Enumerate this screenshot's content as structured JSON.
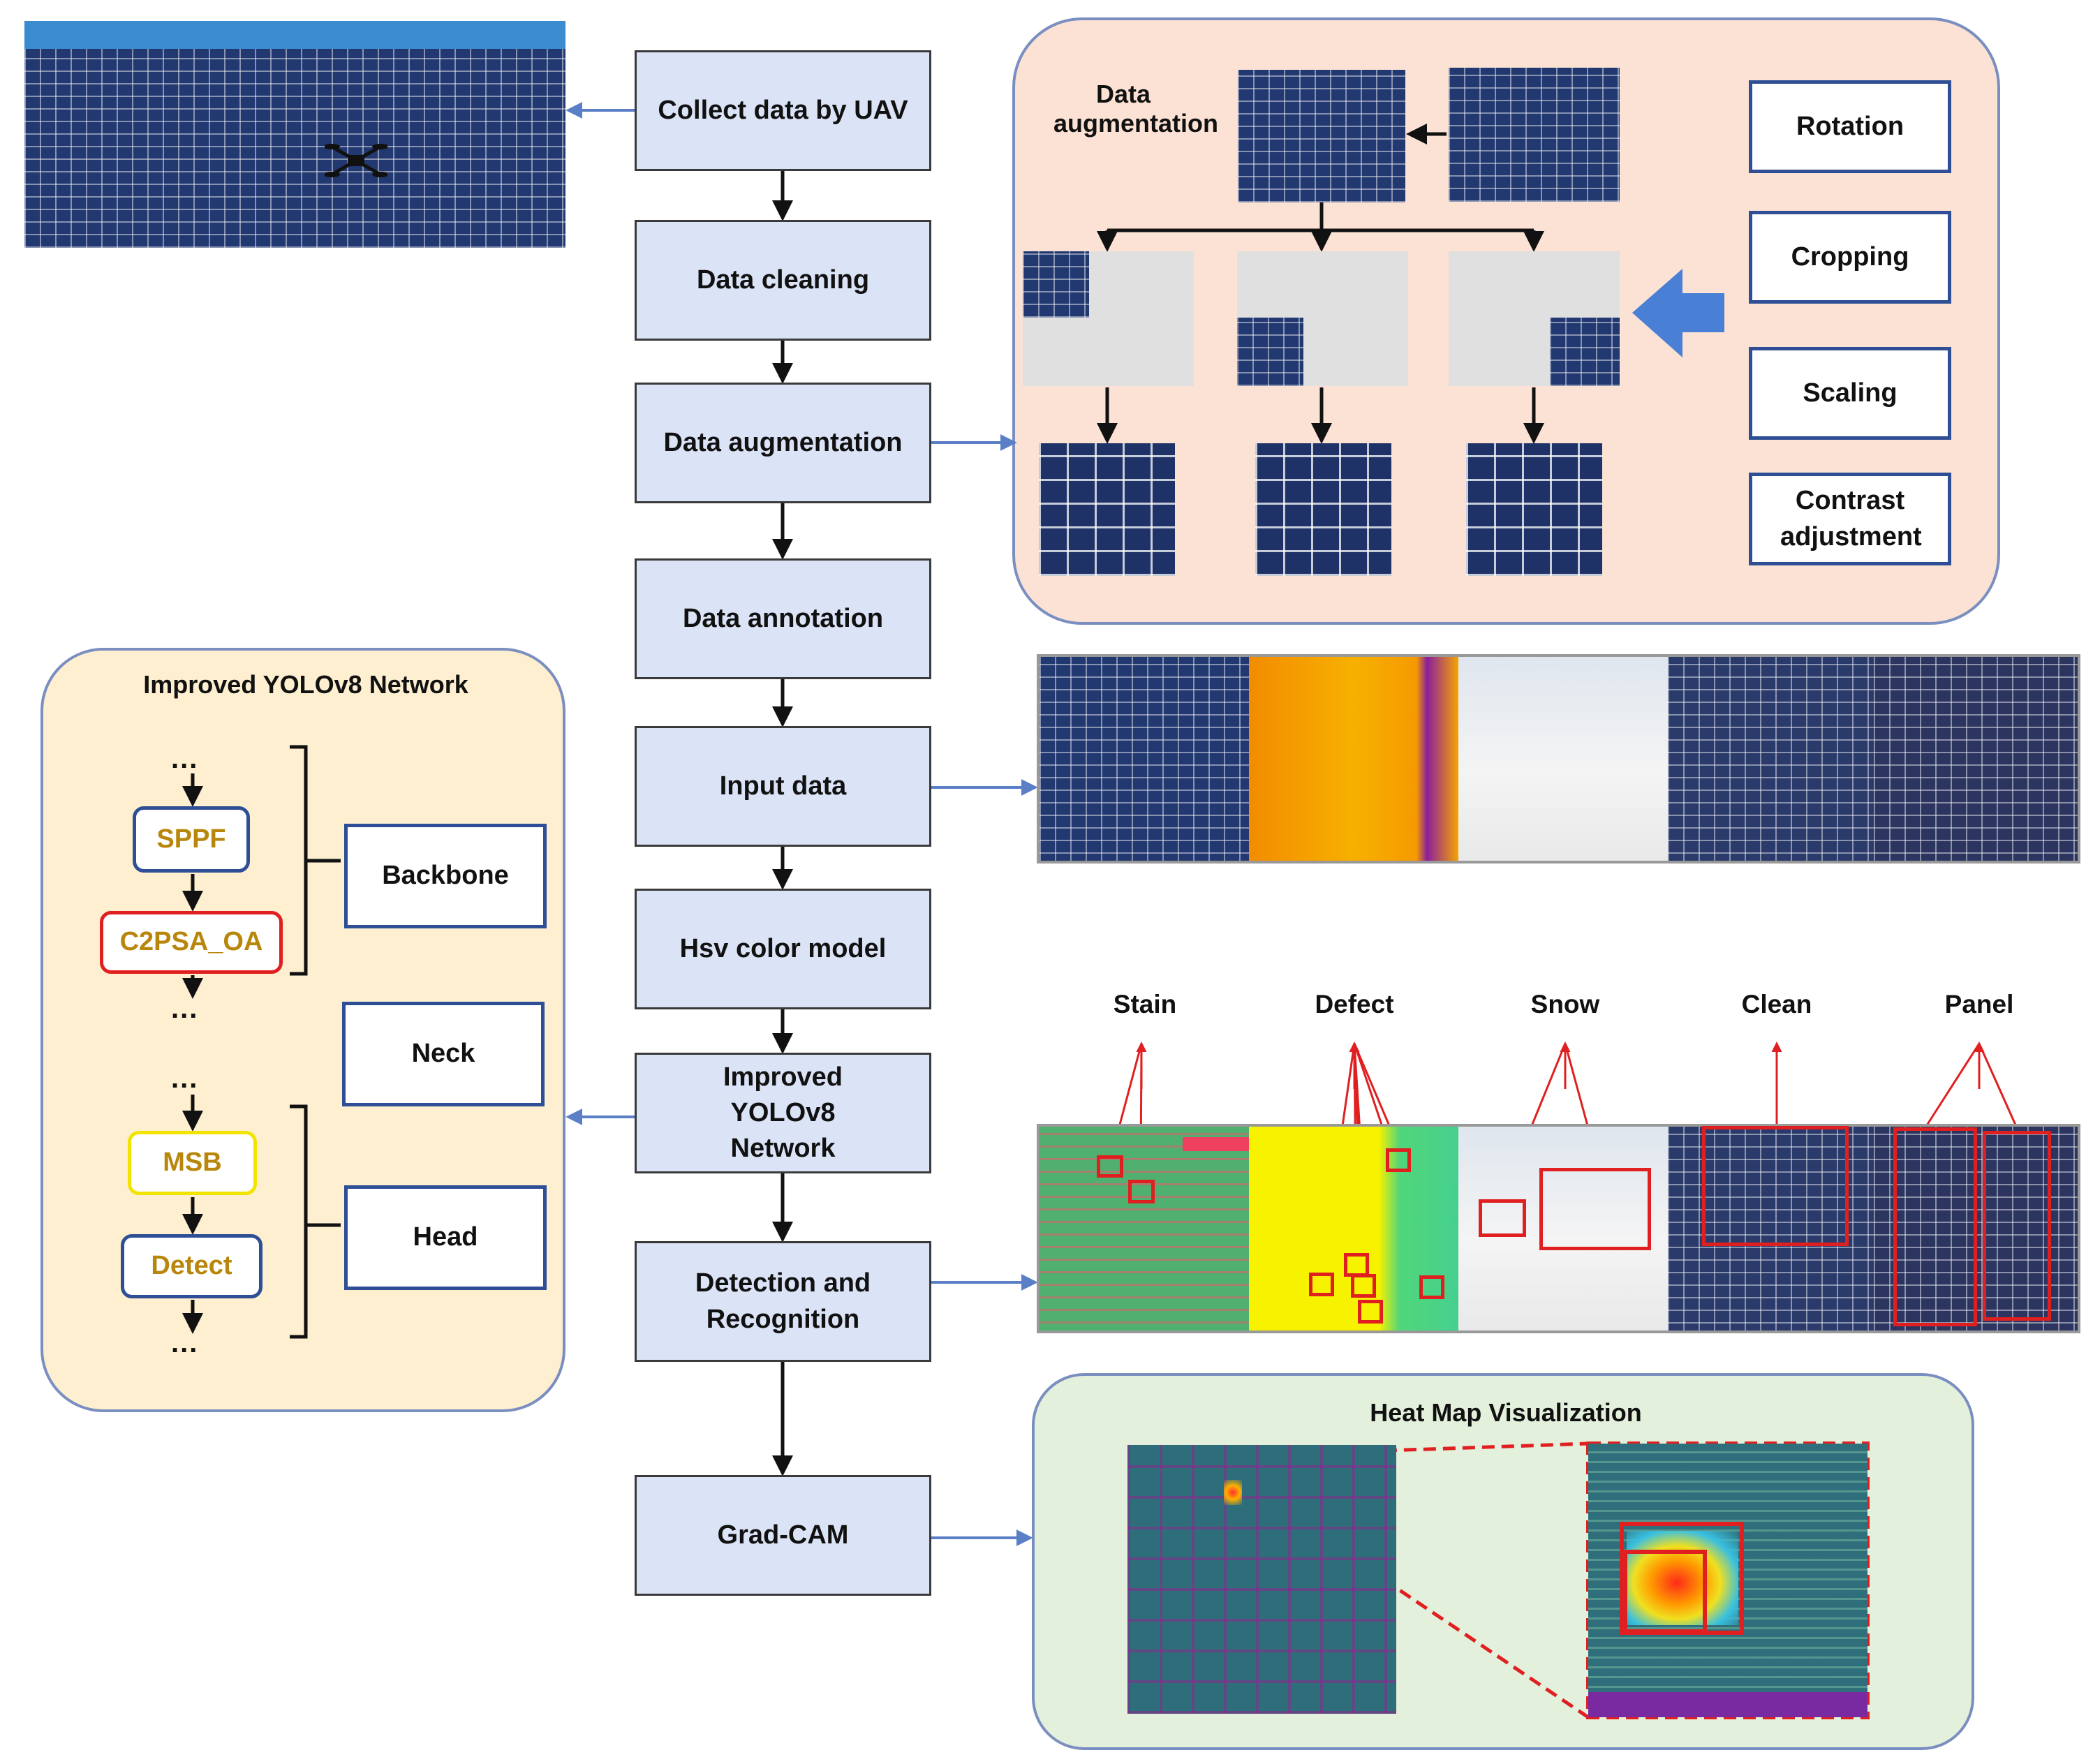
{
  "flow": {
    "steps": [
      "Collect data by UAV",
      "Data cleaning",
      "Data augmentation",
      "Data annotation",
      "Input data",
      "Hsv color model",
      "Improved YOLOv8 Network",
      "Detection and Recognition",
      "Grad-CAM"
    ]
  },
  "augmentation": {
    "title": "Data augmentation",
    "methods": [
      "Rotation",
      "Cropping",
      "Scaling",
      "Contrast adjustment"
    ]
  },
  "network": {
    "title": "Improved YOLOv8 Network",
    "modules": [
      "SPPF",
      "C2PSA_OA",
      "MSB",
      "Detect"
    ],
    "parts": [
      "Backbone",
      "Neck",
      "Head"
    ],
    "ellipsis": "..."
  },
  "detection": {
    "classes": [
      "Stain",
      "Defect",
      "Snow",
      "Clean",
      "Panel"
    ]
  },
  "heatmap": {
    "title": "Heat Map Visualization"
  },
  "colors": {
    "step_fill": "#dbe3f6",
    "augmentation_bg": "#fbe2d4",
    "network_bg": "#fdefd0",
    "heatmap_bg": "#e3f0db",
    "arrow_blue": "#5b7fc7",
    "box_red": "#e02020",
    "module_blue": "#2e4f96",
    "module_text": "#b8860b"
  }
}
